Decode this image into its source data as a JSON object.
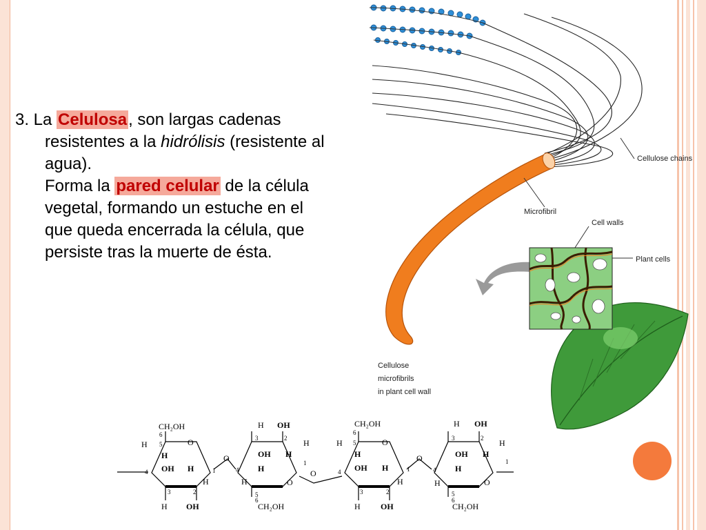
{
  "text": {
    "line1_prefix": "3. La ",
    "term1": "Celulosa",
    "line1_suffix": ", son largas cadenas",
    "line2_prefix": "resistentes a la ",
    "term2": "hidrólisis",
    "line2_suffix": " (resistente al",
    "line3": "agua).",
    "line4_prefix": "Forma la ",
    "term3": "pared celular",
    "line4_suffix": " de la célula",
    "line5": "vegetal, formando un estuche en el",
    "line6": "que queda encerrada la célula, que",
    "line7": "persiste tras la muerte de ésta."
  },
  "diagram": {
    "cellulose_chains": "Cellulose chains",
    "microfibril": "Microfibril",
    "cell_walls": "Cell walls",
    "plant_cells": "Plant cells",
    "caption_1": "Cellulose",
    "caption_2": "microfibrils",
    "caption_3": "in plant cell wall"
  },
  "formula": {
    "ch2oh": "CH₂OH",
    "oh": "OH",
    "h": "H",
    "o": "O",
    "n1": "1",
    "n2": "2",
    "n3": "3",
    "n4": "4",
    "n5": "5",
    "n6": "6"
  },
  "colors": {
    "accent_orange": "#f47a3c",
    "highlight_red": "#c00000",
    "leaf_green": "#3f9a3a",
    "cell_green": "#8ccf82",
    "fibril_orange": "#f07d1e",
    "bead_blue": "#2e8fd8"
  }
}
